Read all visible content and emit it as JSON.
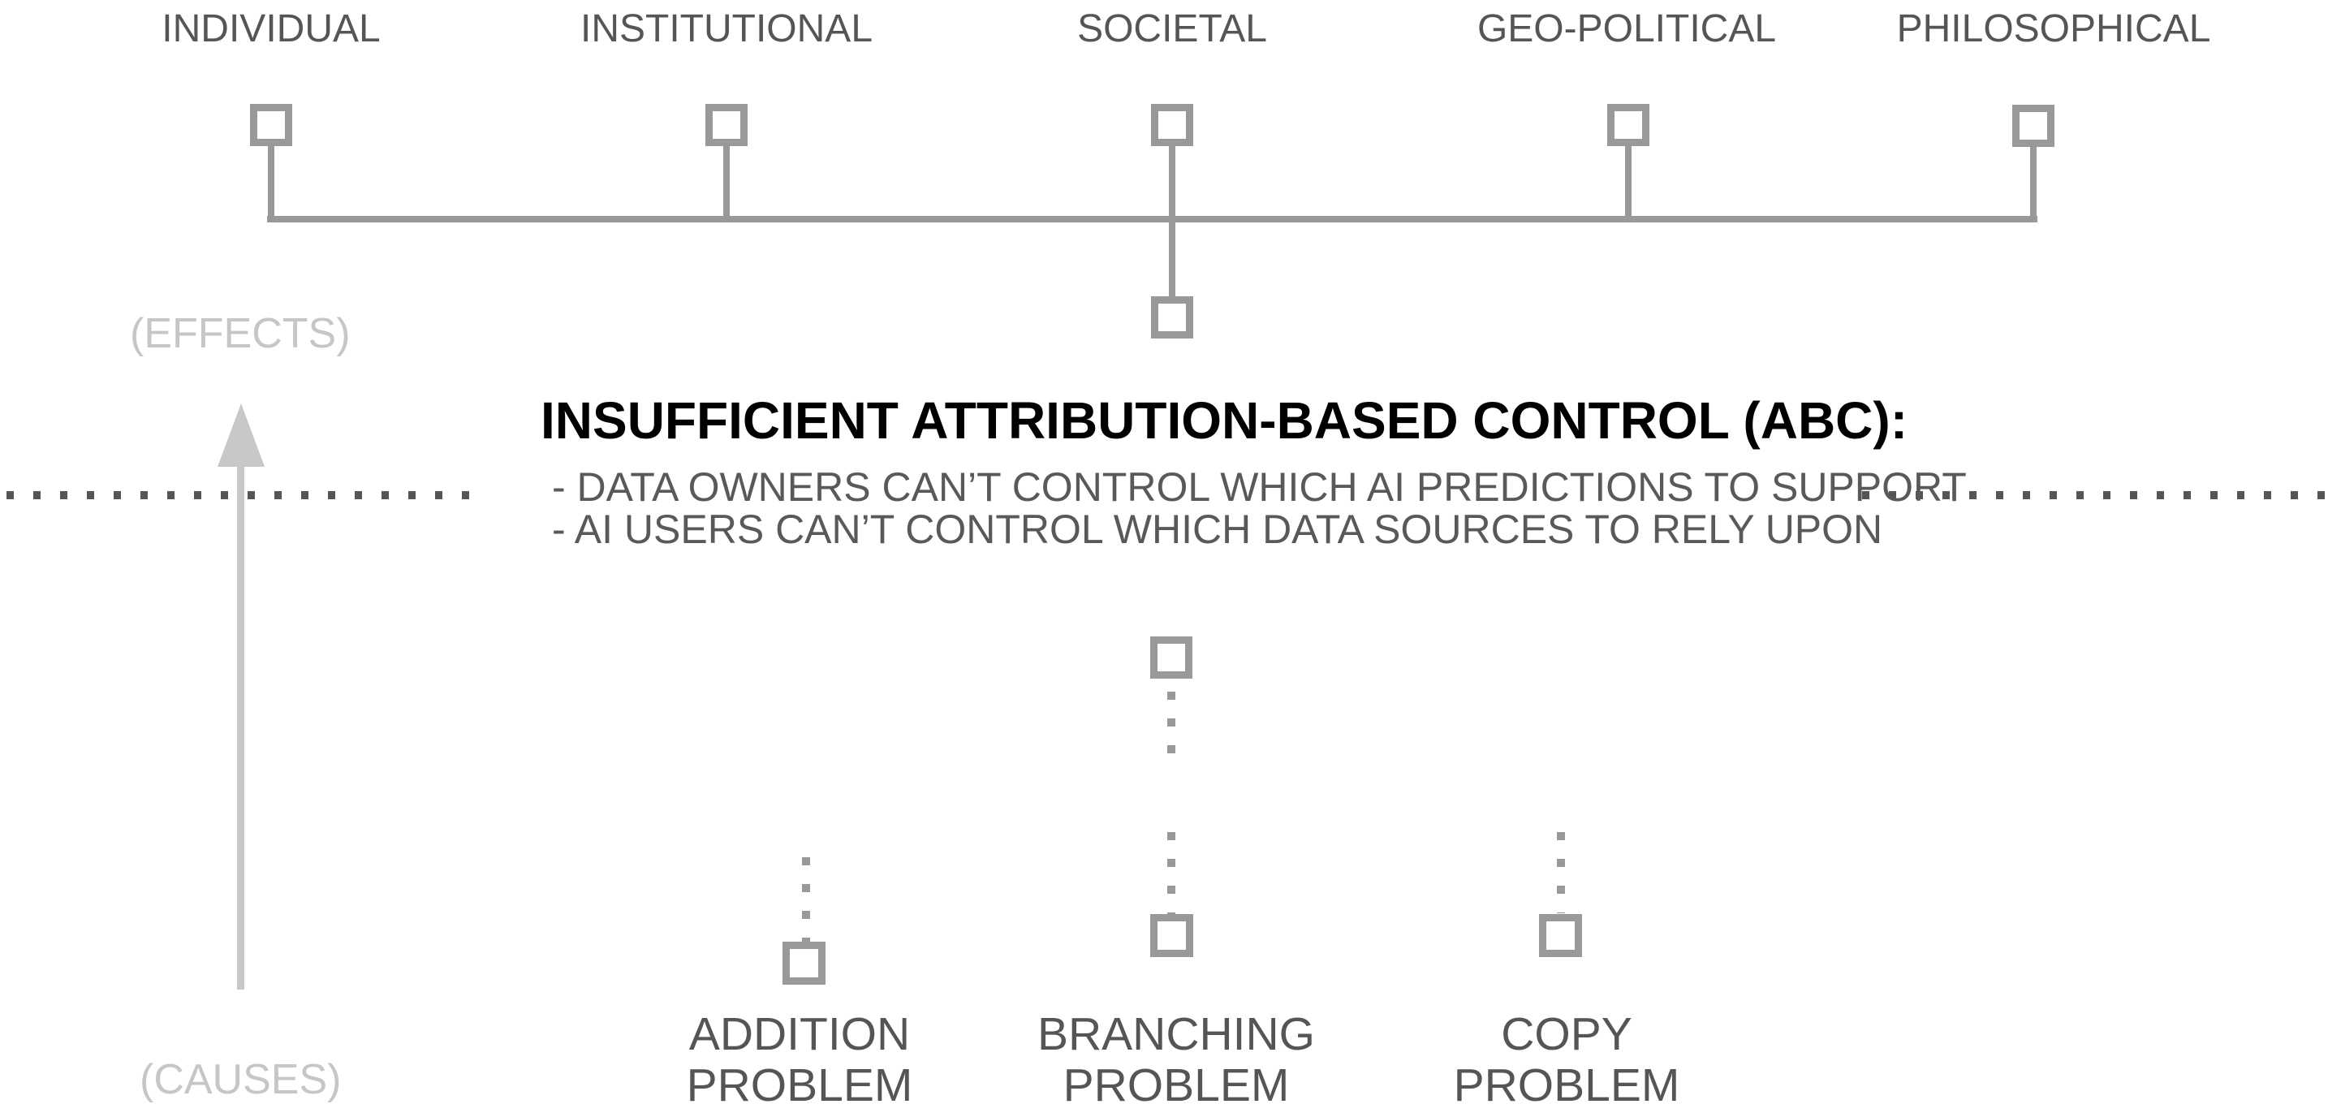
{
  "diagram": {
    "effects_axis_label": "(EFFECTS)",
    "causes_axis_label": "(CAUSES)",
    "effect_categories": [
      {
        "label": "INDIVIDUAL"
      },
      {
        "label": "INSTITUTIONAL"
      },
      {
        "label": "SOCIETAL"
      },
      {
        "label": "GEO-POLITICAL"
      },
      {
        "label": "PHILOSOPHICAL"
      }
    ],
    "central_issue": {
      "title": "INSUFFICIENT ATTRIBUTION-BASED CONTROL (ABC):",
      "bullets": [
        "- DATA OWNERS CAN’T CONTROL WHICH AI PREDICTIONS TO SUPPORT",
        "- AI USERS CAN’T CONTROL WHICH DATA SOURCES TO RELY UPON"
      ]
    },
    "cause_problems": [
      {
        "line1": "ADDITION",
        "line2": "PROBLEM"
      },
      {
        "line1": "BRANCHING",
        "line2": "PROBLEM"
      },
      {
        "line1": "COPY",
        "line2": "PROBLEM"
      }
    ],
    "colors": {
      "structure_gray": "#999999",
      "label_gray": "#555555",
      "axis_light_gray": "#c8c8c8",
      "divider_dot_gray": "#555555",
      "title_black": "#000000"
    }
  }
}
